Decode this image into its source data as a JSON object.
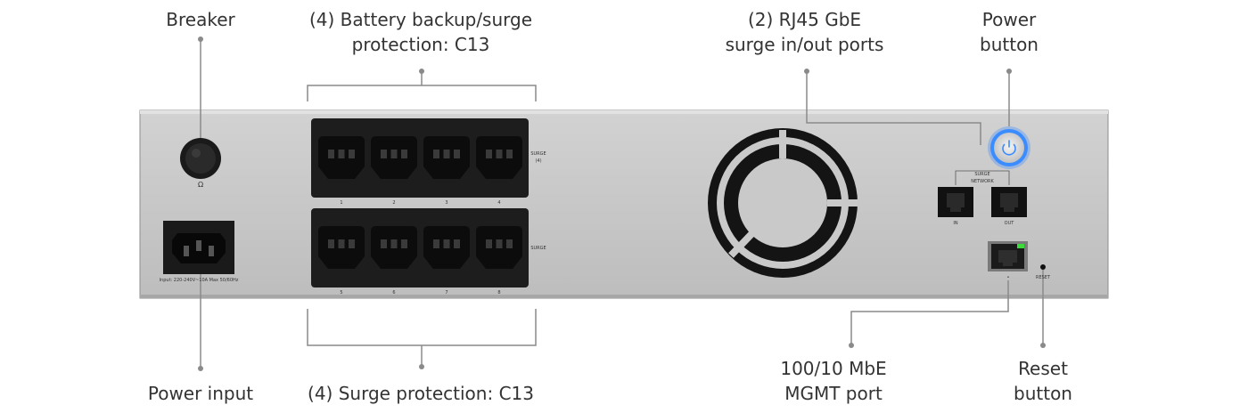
{
  "callouts": {
    "breaker": "Breaker",
    "battery_line1": "(4) Battery backup/surge",
    "battery_line2": "protection: C13",
    "rj45_line1": "(2) RJ45 GbE",
    "rj45_line2": "surge in/out ports",
    "power_line1": "Power",
    "power_line2": "button",
    "power_input": "Power input",
    "surge_only": "(4) Surge protection: C13",
    "mgmt_line1": "100/10 MbE",
    "mgmt_line2": "MGMT port",
    "reset_line1": "Reset",
    "reset_line2": "button"
  },
  "panel_labels": {
    "breaker_symbol": "Ω",
    "power_rating": "Input: 220-240V~10A Max 50/60Hz",
    "surge_group_top_1": "SURGE",
    "surge_group_top_2": "(4)",
    "surge_group_bottom": "SURGE",
    "surge_network_1": "SURGE",
    "surge_network_2": "NETWORK",
    "port_in": "IN",
    "port_out": "OUT",
    "reset": "RESET",
    "outlet_numbers_top": [
      "1",
      "2",
      "3",
      "4"
    ],
    "outlet_numbers_bottom": [
      "5",
      "6",
      "7",
      "8"
    ]
  },
  "colors": {
    "chassis": "#c9c9c9",
    "outlet": "#1a1a1a",
    "leader": "#8a8a8a",
    "power_ring": "#3b8cff",
    "link_led": "#3ddc3d"
  }
}
